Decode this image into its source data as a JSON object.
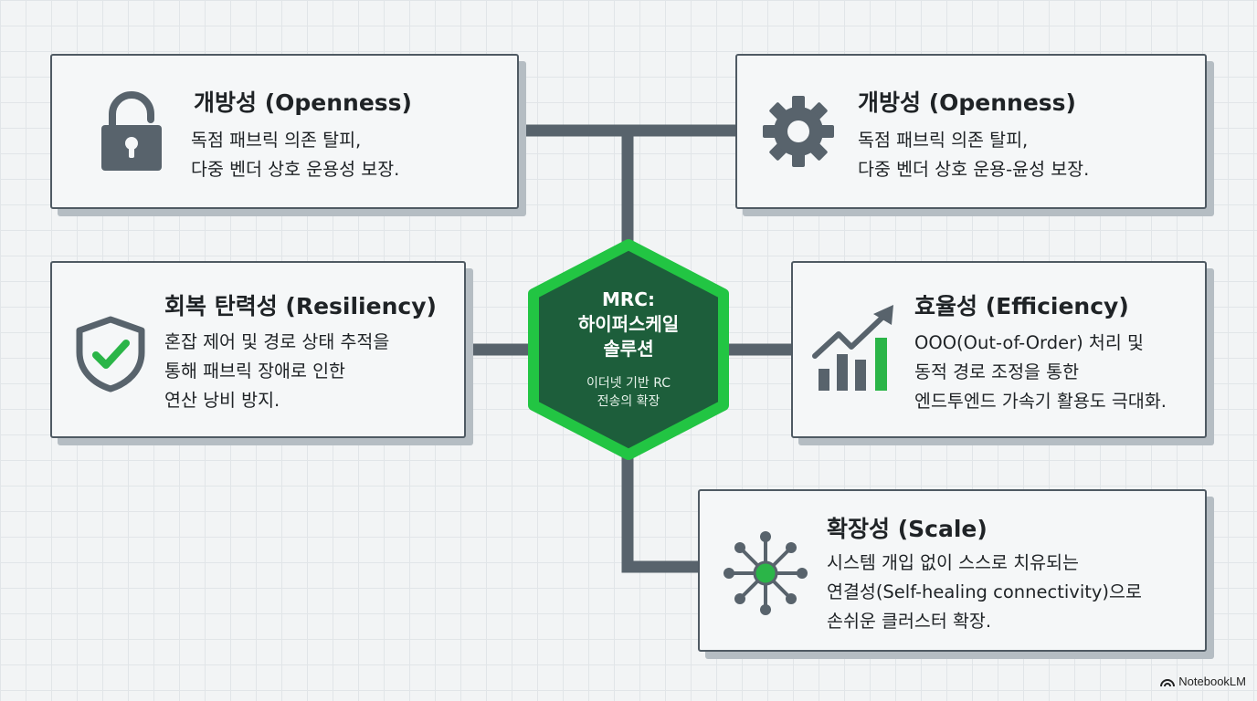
{
  "hub": {
    "title_lines": [
      "MRC:",
      "하이퍼스케일",
      "솔루션"
    ],
    "subtitle_lines": [
      "이더넷 기반 RC",
      "전송의 확장"
    ]
  },
  "cards": {
    "openness_left": {
      "title": "개방성 (Openness)",
      "lines": [
        "독점 패브릭 의존 탈피,",
        "다중 벤더 상호 운용성 보장."
      ],
      "icon": "lock-icon"
    },
    "openness_right": {
      "title": "개방성 (Openness)",
      "lines": [
        "독점 패브릭 의존 탈피,",
        "다중 벤더 상호 운용-윤성 보장."
      ],
      "icon": "gear-icon"
    },
    "resiliency": {
      "title": "회복 탄력성 (Resiliency)",
      "lines": [
        "혼잡 제어 및 경로 상태 추적을",
        "통해 패브릭 장애로 인한",
        "연산 낭비 방지."
      ],
      "icon": "shield-check-icon"
    },
    "efficiency": {
      "title": "효율성 (Efficiency)",
      "lines": [
        "OOO(Out-of-Order) 처리 및",
        "동적 경로 조정을 통한",
        "엔드투엔드 가속기 활용도 극대화."
      ],
      "icon": "growth-chart-icon"
    },
    "scale": {
      "title": "확장성 (Scale)",
      "lines": [
        "시스템 개입 없이 스스로 치유되는",
        "연결성(Self-healing connectivity)으로",
        "손쉬운 클러스터 확장."
      ],
      "icon": "network-hub-icon"
    }
  },
  "colors": {
    "hub_fill": "#1d5e3b",
    "hub_border": "#22c543",
    "connector": "#58636c",
    "accent_green": "#2bb548",
    "icon_gray": "#58636c"
  },
  "brand": {
    "label": "NotebookLM",
    "icon": "notebooklm-logo-icon"
  }
}
